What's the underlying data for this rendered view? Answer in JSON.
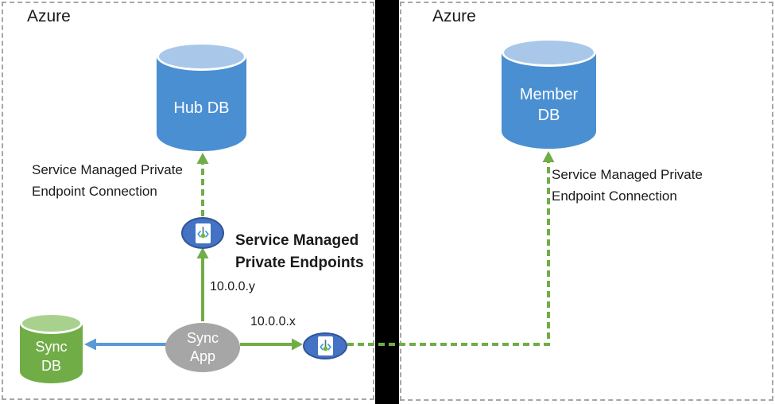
{
  "diagram": {
    "left_region": {
      "title": "Azure",
      "hub_db_label": "Hub DB",
      "sync_db_label": "Sync\nDB",
      "sync_app_label": "Sync\nApp",
      "connection_label": "Service Managed Private\nEndpoint Connection",
      "endpoints_label": "Service Managed\nPrivate Endpoints",
      "ip_y": "10.0.0.y",
      "ip_x": "10.0.0.x"
    },
    "right_region": {
      "title": "Azure",
      "member_db_label": "Member\nDB",
      "connection_label": "Service Managed Private\nEndpoint Connection"
    },
    "colors": {
      "db_blue": "#4a8fd2",
      "db_blue_top": "#a9c8e9",
      "db_green": "#70ad47",
      "db_green_top": "#a9d18e",
      "app_gray": "#a6a6a6",
      "endpoint_blue": "#4472c4",
      "endpoint_border": "#2f5597",
      "arrow_green": "#70ad47",
      "arrow_blue": "#5b9bd5",
      "divider": "#000000",
      "region_border": "#a6a6a6"
    }
  }
}
